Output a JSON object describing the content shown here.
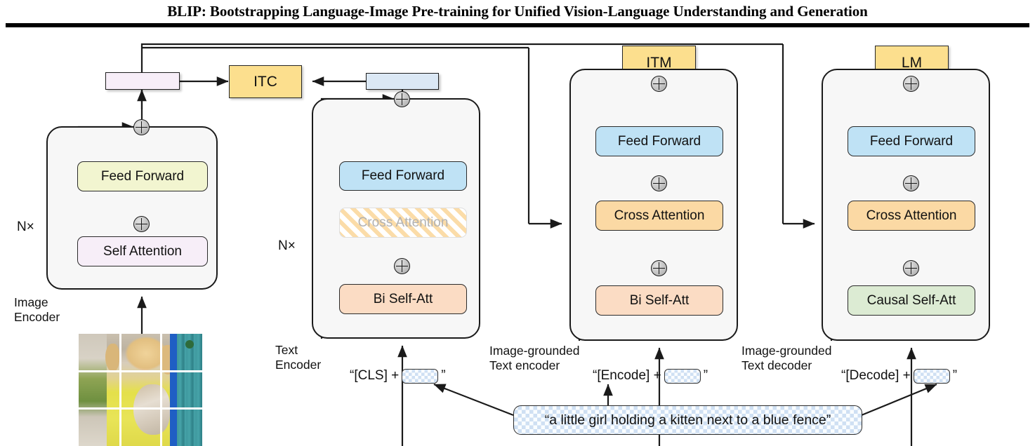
{
  "paper": {
    "title": "BLIP: Bootstrapping Language-Image Pre-training for Unified Vision-Language Understanding and Generation"
  },
  "colors": {
    "objective_box": "#fcdf8e",
    "image_embed_bar": "#f7eef8",
    "text_embed_bar": "#dbe8f5",
    "feed_forward_image": "#f2f5d0",
    "feed_forward_text": "#bfe2f5",
    "self_attention": "#f7eef8",
    "bi_self_att": "#fbdcc4",
    "causal_self_att": "#dcebd3",
    "cross_attention": "#fbd9a4",
    "cross_attention_disabled": "#fbdca8",
    "outer_block": "#f7f7f7",
    "stroke": "#1a1a1a",
    "checker": "#cfe0f3"
  },
  "objectives": [
    {
      "id": "itc",
      "label": "ITC"
    },
    {
      "id": "itm",
      "label": "ITM"
    },
    {
      "id": "lm",
      "label": "LM"
    }
  ],
  "columns": [
    {
      "id": "image-encoder",
      "name": "Image Encoder",
      "label": "Image\nEncoder",
      "repeat": "N×",
      "blocks": [
        {
          "id": "self-attention",
          "label": "Self Attention"
        },
        {
          "id": "feed-forward",
          "label": "Feed Forward"
        }
      ],
      "embedding_bar": "image-embedding",
      "input": {
        "type": "image",
        "alt": "a little girl holding a kitten next to a blue fence"
      }
    },
    {
      "id": "text-encoder",
      "name": "Text Encoder",
      "label": "Text\nEncoder",
      "repeat": "N×",
      "blocks": [
        {
          "id": "bi-self-att",
          "label": "Bi Self-Att"
        },
        {
          "id": "cross-attention",
          "label": "Cross Attention",
          "disabled": true
        },
        {
          "id": "feed-forward",
          "label": "Feed Forward"
        }
      ],
      "embedding_bar": "text-embedding",
      "input": {
        "prefix": "“[CLS] + ",
        "suffix": "”",
        "token": "masked-text"
      }
    },
    {
      "id": "image-grounded-text-encoder",
      "name": "Image-grounded Text encoder",
      "label": "Image-grounded\nText encoder",
      "blocks": [
        {
          "id": "bi-self-att",
          "label": "Bi Self-Att"
        },
        {
          "id": "cross-attention",
          "label": "Cross Attention"
        },
        {
          "id": "feed-forward",
          "label": "Feed Forward"
        }
      ],
      "input": {
        "prefix": "“[Encode] + ",
        "suffix": "”",
        "token": "masked-text"
      }
    },
    {
      "id": "image-grounded-text-decoder",
      "name": "Image-grounded Text decoder",
      "label": "Image-grounded\nText decoder",
      "blocks": [
        {
          "id": "causal-self-att",
          "label": "Causal Self-Att"
        },
        {
          "id": "cross-attention",
          "label": "Cross Attention"
        },
        {
          "id": "feed-forward",
          "label": "Feed Forward"
        }
      ],
      "input": {
        "prefix": "“[Decode] + ",
        "suffix": "”",
        "token": "masked-text"
      }
    }
  ],
  "caption": {
    "text": "“a little girl holding a kitten next to a blue fence”"
  }
}
